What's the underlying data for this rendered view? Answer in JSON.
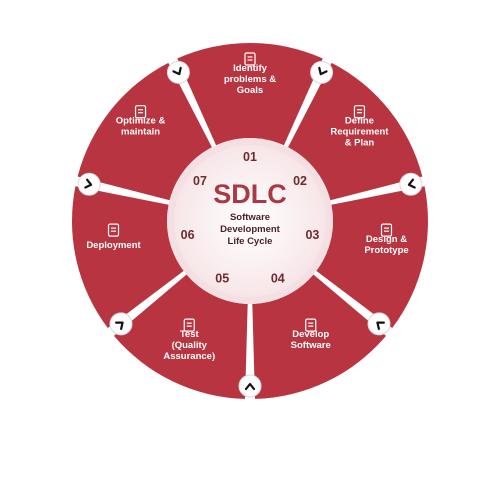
{
  "center": {
    "title": "SDLC",
    "subtitle": [
      "Software",
      "Development",
      "Life Cycle"
    ]
  },
  "colors": {
    "segment": "#b83440",
    "segment_dark": "#9b2a34",
    "center_fill": "#fbf1f2",
    "inner_ring": "#f6e4e6",
    "title": "#a93a44",
    "number": "#6e2a2f"
  },
  "steps": [
    {
      "number": "01",
      "label": [
        "Identify",
        "problems &",
        "Goals"
      ],
      "icon": "scan-frame-icon"
    },
    {
      "number": "02",
      "label": [
        "Define",
        "Requirement",
        "& Plan"
      ],
      "icon": "map-icon"
    },
    {
      "number": "03",
      "label": [
        "Design &",
        "Prototype"
      ],
      "icon": "design-icon"
    },
    {
      "number": "04",
      "label": [
        "Develop",
        "Software"
      ],
      "icon": "building-icon"
    },
    {
      "number": "05",
      "label": [
        "Test",
        "(Quality",
        "Assurance)"
      ],
      "icon": "test-icon"
    },
    {
      "number": "06",
      "label": [
        "Deployment"
      ],
      "icon": "network-icon"
    },
    {
      "number": "07",
      "label": [
        "Optimize &",
        "maintain"
      ],
      "icon": "document-icon"
    }
  ]
}
